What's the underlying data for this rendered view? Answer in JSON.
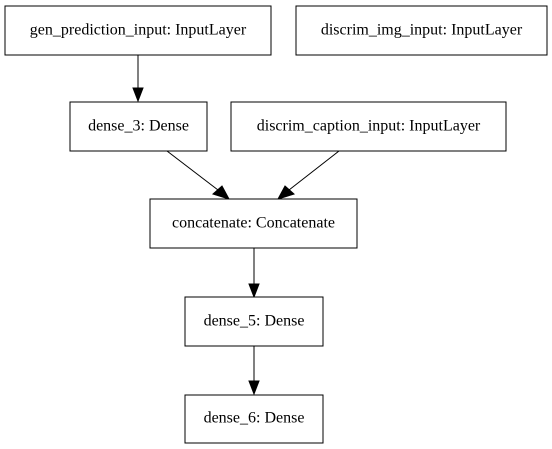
{
  "nodes": {
    "gen_prediction_input": "gen_prediction_input: InputLayer",
    "discrim_img_input": "discrim_img_input: InputLayer",
    "dense_3": "dense_3: Dense",
    "discrim_caption_input": "discrim_caption_input: InputLayer",
    "concatenate": "concatenate: Concatenate",
    "dense_5": "dense_5: Dense",
    "dense_6": "dense_6: Dense"
  },
  "edges": [
    {
      "from": "gen_prediction_input",
      "to": "dense_3"
    },
    {
      "from": "dense_3",
      "to": "concatenate"
    },
    {
      "from": "discrim_caption_input",
      "to": "concatenate"
    },
    {
      "from": "concatenate",
      "to": "dense_5"
    },
    {
      "from": "dense_5",
      "to": "dense_6"
    }
  ],
  "colors": {
    "stroke": "#000000",
    "fill": "#ffffff"
  }
}
